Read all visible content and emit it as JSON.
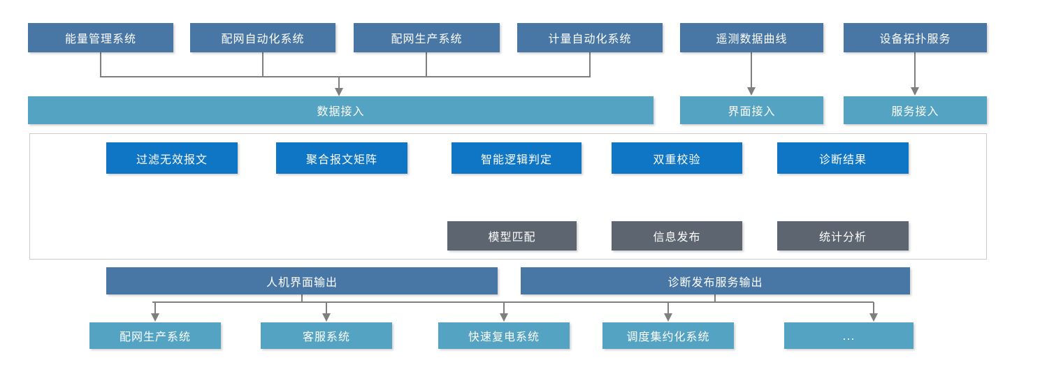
{
  "diagram": {
    "source_systems": [
      "能量管理系统",
      "配网自动化系统",
      "配网生产系统",
      "计量自动化系统",
      "遥测数据曲线",
      "设备拓扑服务"
    ],
    "access_layer": [
      "数据接入",
      "界面接入",
      "服务接入"
    ],
    "pipeline": [
      "过滤无效报文",
      "聚合报文矩阵",
      "智能逻辑判定",
      "双重校验",
      "诊断结果"
    ],
    "analysis_outputs": [
      "模型匹配",
      "信息发布",
      "统计分析"
    ],
    "output_channels": [
      "人机界面输出",
      "诊断发布服务输出"
    ],
    "consumer_systems": [
      "配网生产系统",
      "客服系统",
      "快速复电系统",
      "调度集约化系统",
      "..."
    ],
    "colors": {
      "source_box": "#4877A6",
      "access_box": "#54A3C2",
      "pipeline_box": "#0F76C6",
      "analysis_box": "#5C6570",
      "connector": "#7F7F7F",
      "container_border": "#CBCBCB"
    }
  }
}
